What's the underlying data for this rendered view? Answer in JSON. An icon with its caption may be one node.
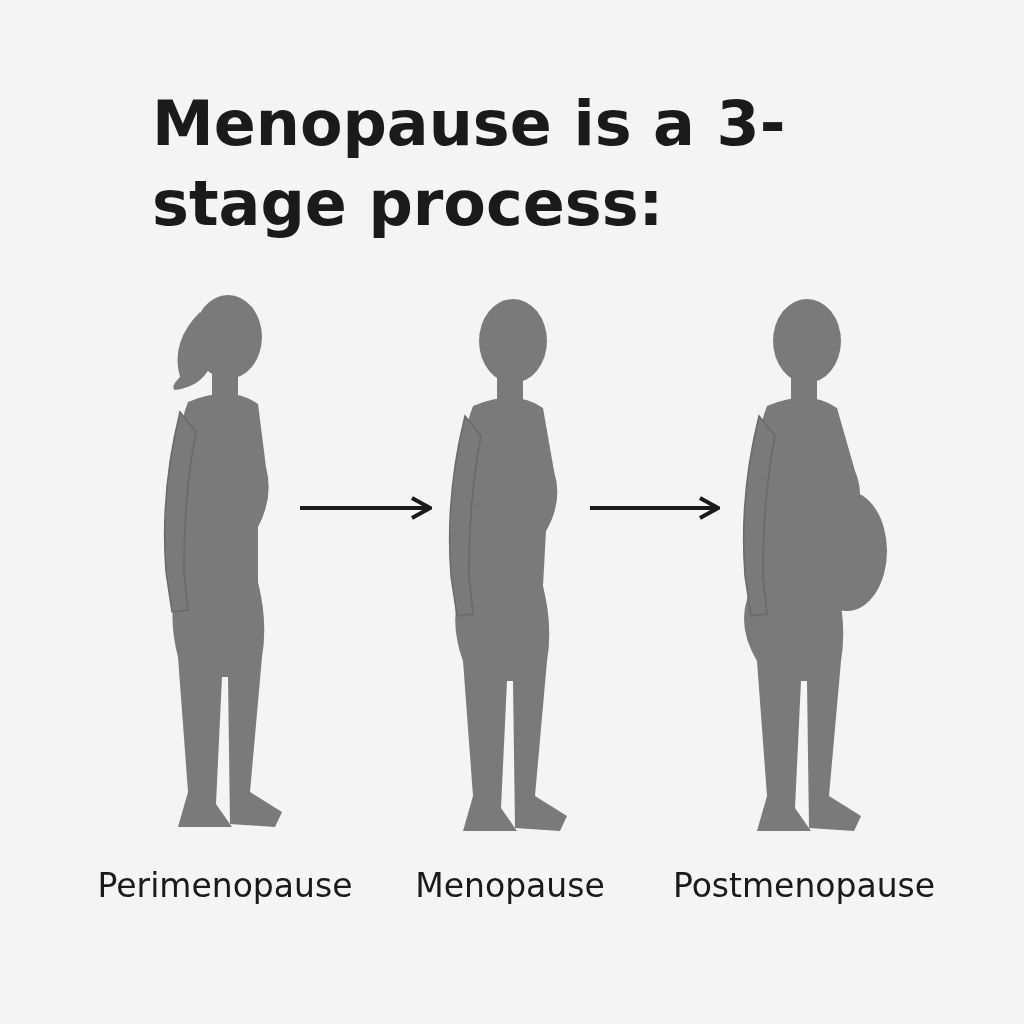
{
  "diagram": {
    "title": "Menopause is a 3-stage process:",
    "nodes": [
      {
        "text": [],
        "shape": "person",
        "beside": [
          "Perimenopause"
        ]
      },
      {
        "text": [],
        "shape": "person",
        "beside": [
          "Menopause"
        ]
      },
      {
        "text": [],
        "shape": "person",
        "beside": [
          "Postmenopause"
        ]
      }
    ],
    "edges": [
      {
        "from": 0,
        "to": 1,
        "arrow": "to"
      },
      {
        "from": 1,
        "to": 2,
        "arrow": "to"
      }
    ]
  }
}
